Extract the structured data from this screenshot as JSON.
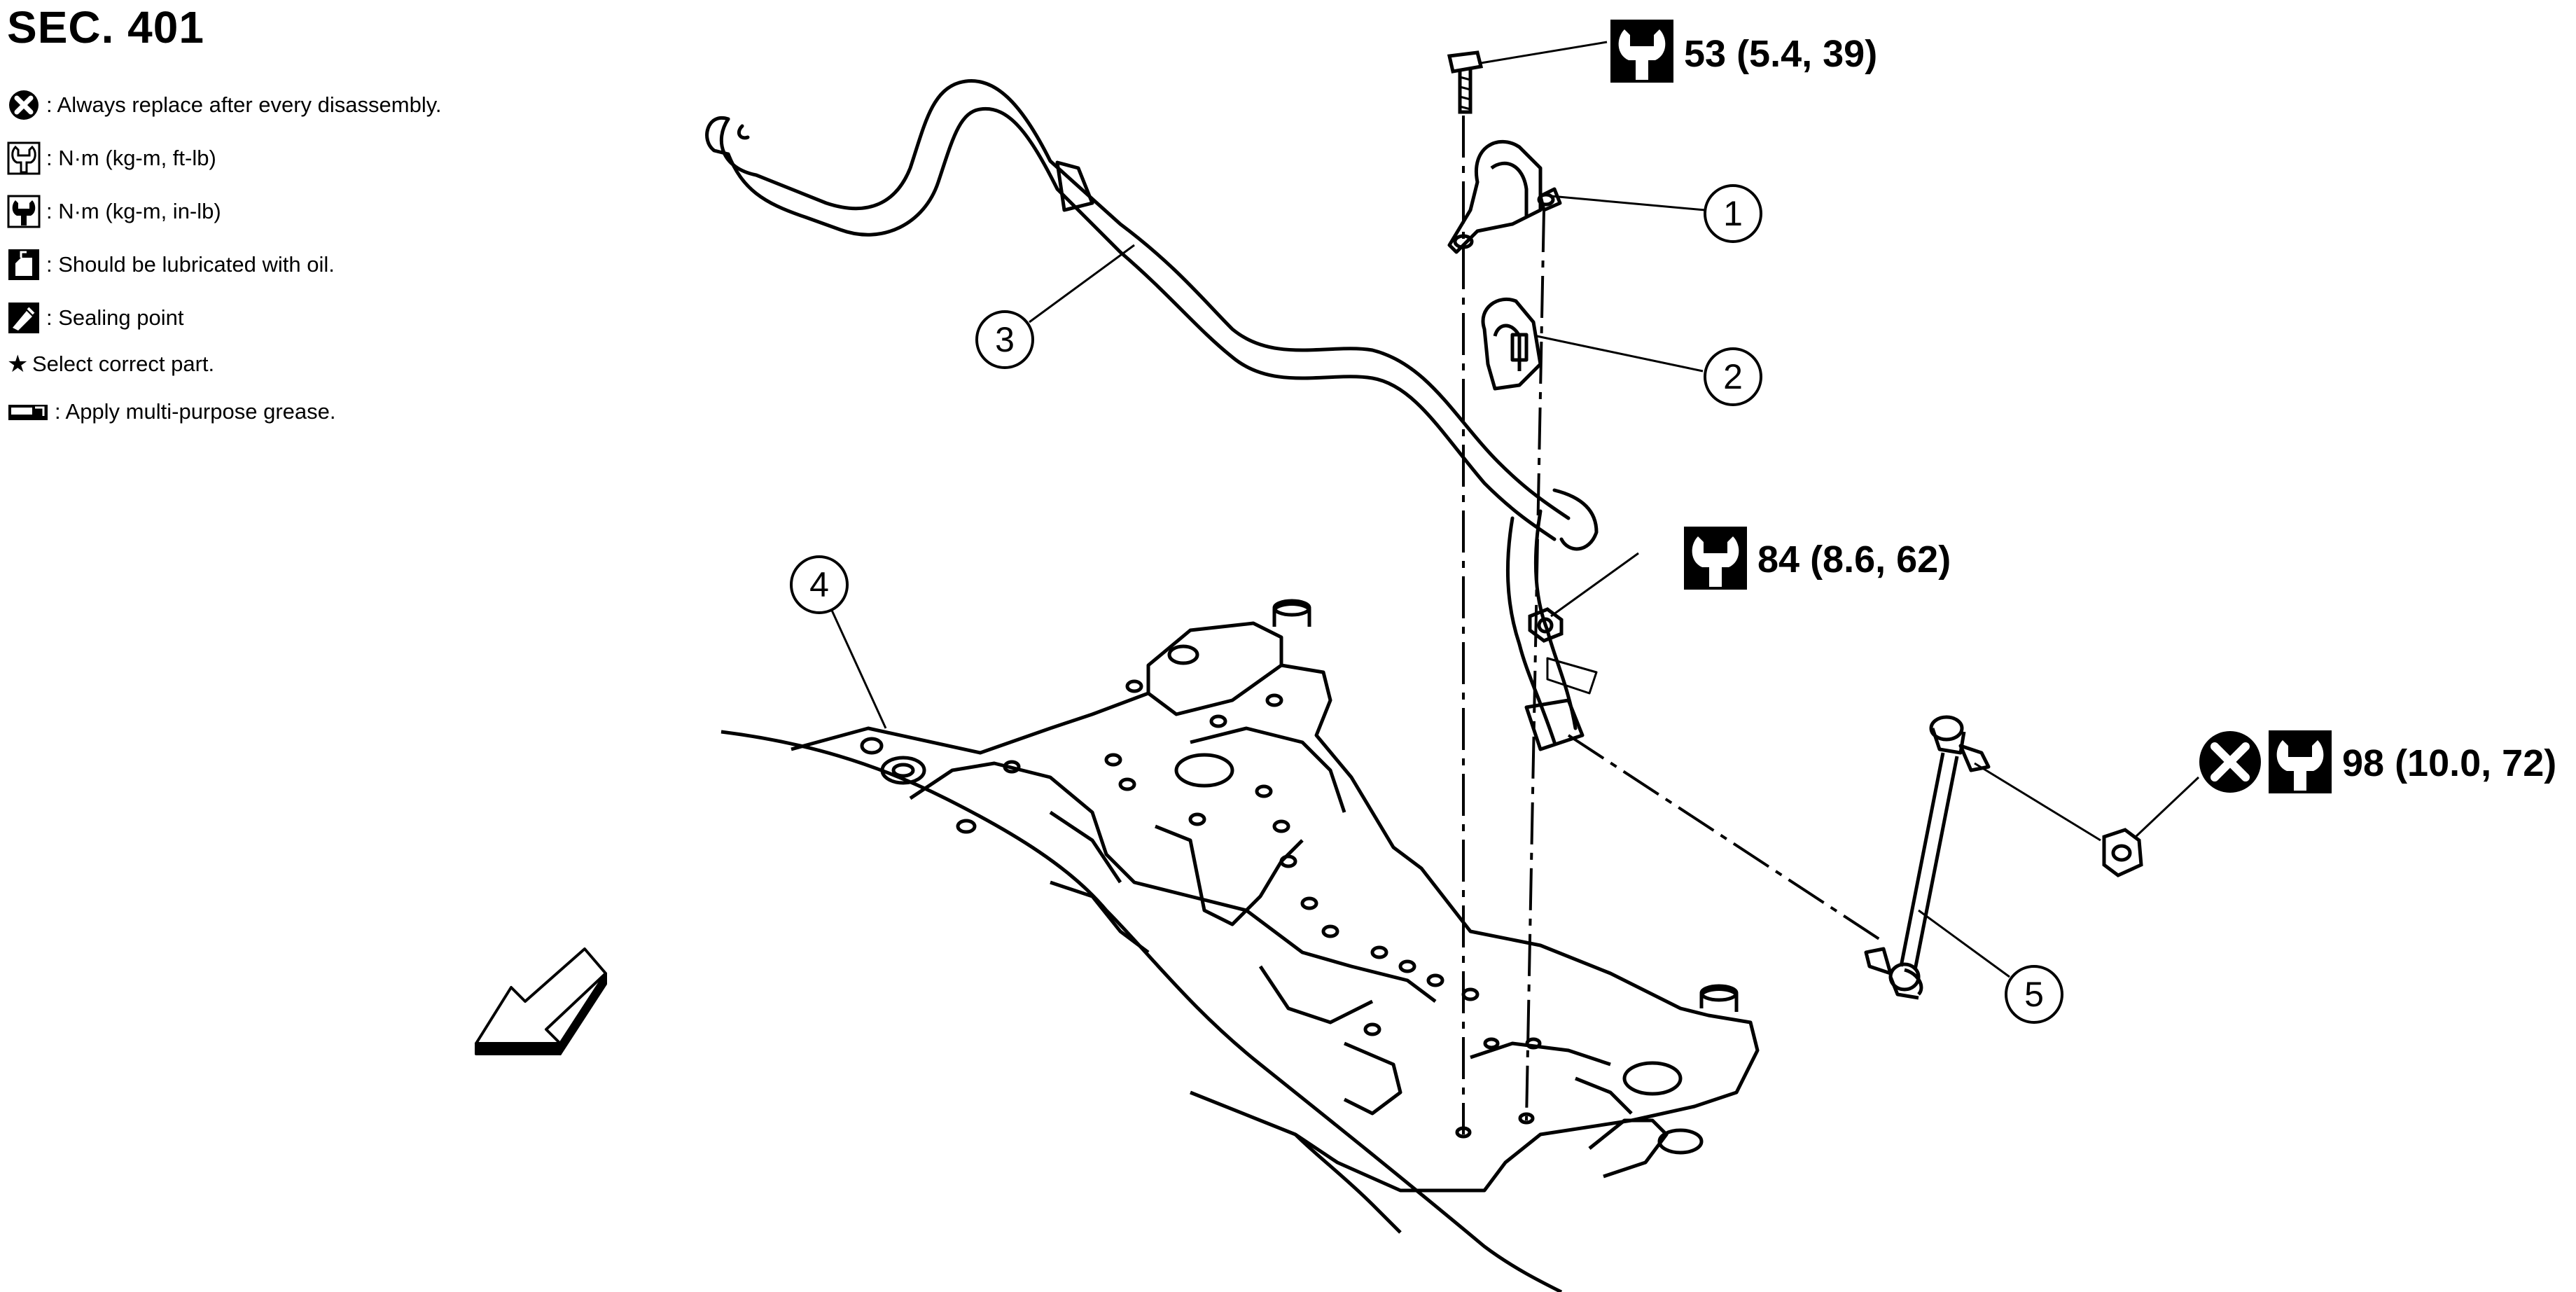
{
  "section": {
    "title": "SEC. 401"
  },
  "legend": {
    "items": [
      {
        "icon": "replace-x-icon",
        "text": ": Always replace after every disassembly."
      },
      {
        "icon": "wrench-torque-icon",
        "text": ": N·m (kg-m, ft-lb)"
      },
      {
        "icon": "wrench-torque-inlb-icon",
        "text": ": N·m (kg-m, in-lb)"
      },
      {
        "icon": "oil-can-icon",
        "text": ": Should be lubricated with oil."
      },
      {
        "icon": "sealing-point-icon",
        "text": ": Sealing point"
      },
      {
        "icon": "star-icon",
        "text": "Select correct part."
      },
      {
        "icon": "grease-icon",
        "text": ": Apply multi-purpose grease."
      }
    ]
  },
  "torque_specs": {
    "bolt_top": "53 (5.4, 39)",
    "nut_bar": "84 (8.6, 62)",
    "nut_link": "98 (10.0, 72)"
  },
  "part_numbers": [
    "1",
    "2",
    "3",
    "4",
    "5"
  ]
}
